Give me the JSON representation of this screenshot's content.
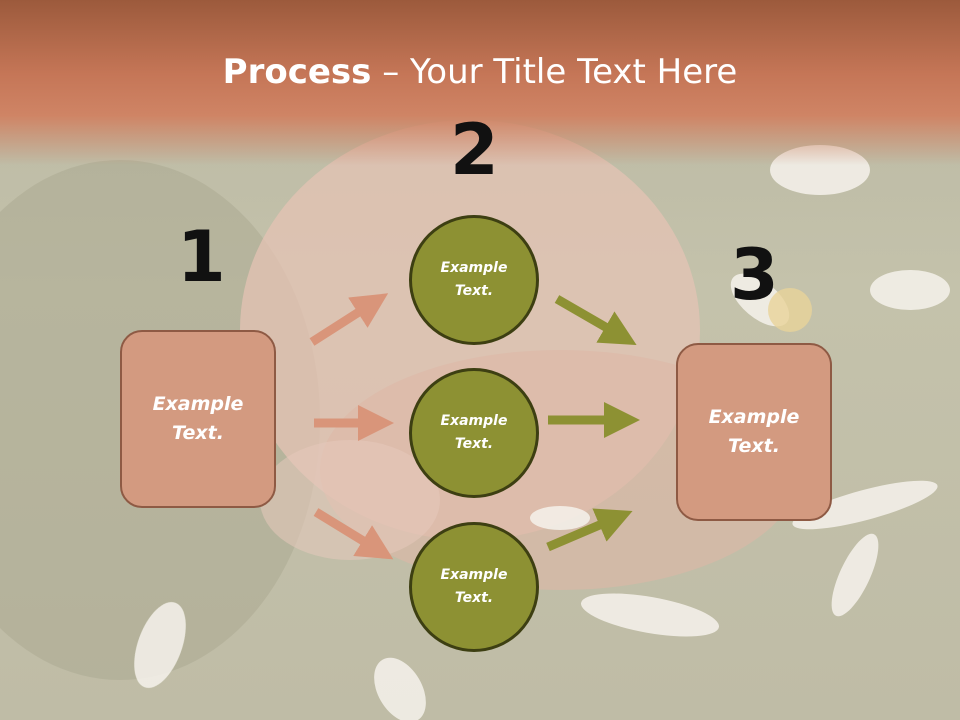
{
  "title": {
    "bold": "Process",
    "dash": " – ",
    "rest": "Your Title Text Here"
  },
  "steps": {
    "n1": "1",
    "n2": "2",
    "n3": "3"
  },
  "left_box": {
    "line1": "Example",
    "line2": "Text."
  },
  "right_box": {
    "line1": "Example",
    "line2": "Text."
  },
  "circles": [
    {
      "line1": "Example",
      "line2": "Text."
    },
    {
      "line1": "Example",
      "line2": "Text."
    },
    {
      "line1": "Example",
      "line2": "Text."
    }
  ],
  "colors": {
    "box_fill": "#d39a80",
    "circle_fill": "#8d9133",
    "left_arrow": "#d9957a",
    "right_arrow": "#8d9133",
    "banner": "#c57657"
  }
}
